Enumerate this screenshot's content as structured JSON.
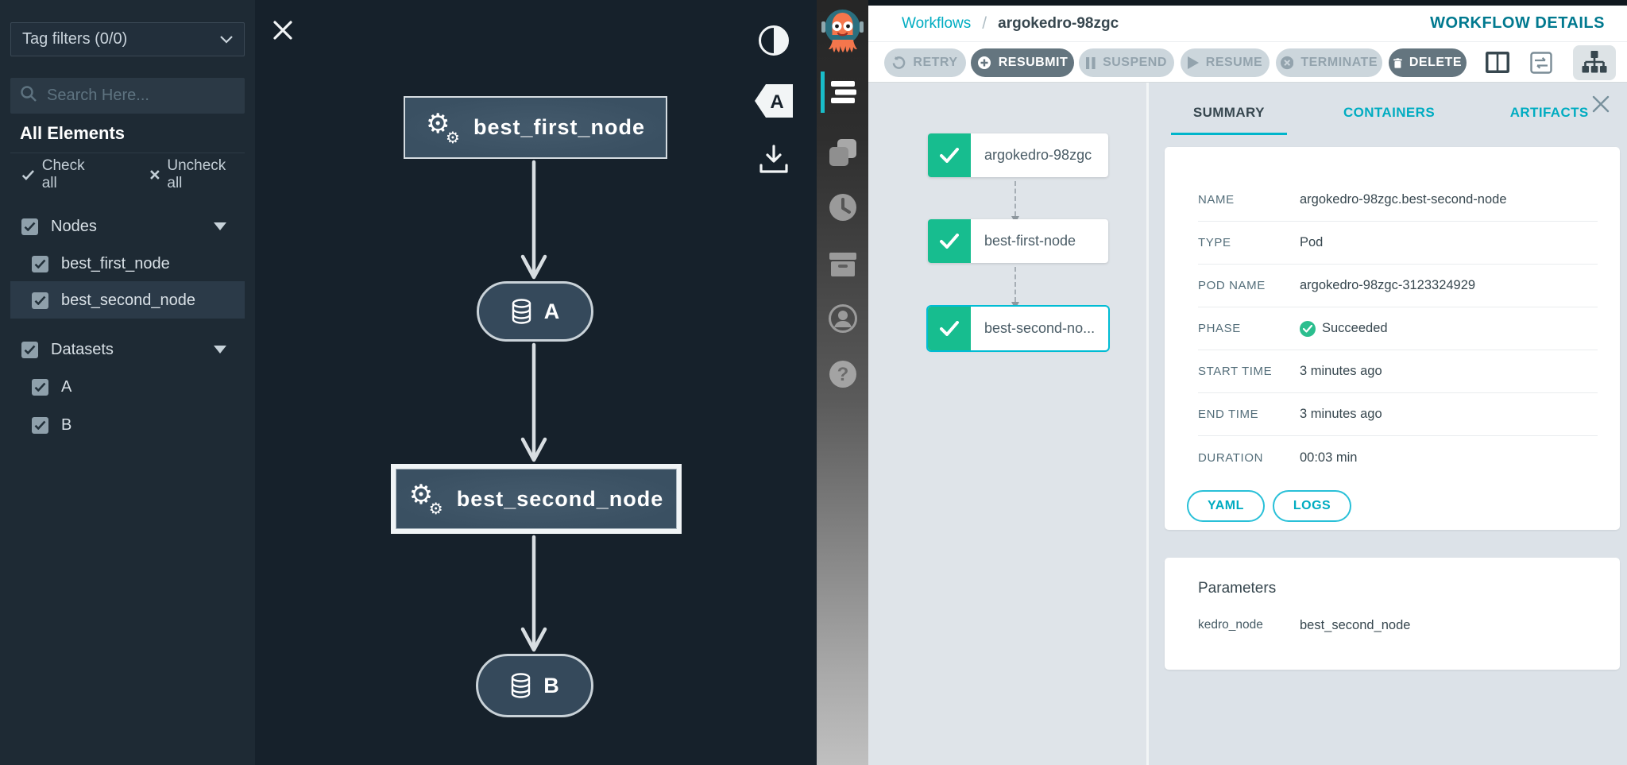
{
  "kedro_panel": {
    "tag_filter": {
      "label": "Tag filters (0/0)"
    },
    "search": {
      "placeholder": "Search Here..."
    },
    "section_title": "All Elements",
    "check_all_label": "Check all",
    "uncheck_all_label": "Uncheck all",
    "groups": [
      {
        "label": "Nodes",
        "items": [
          {
            "label": "best_first_node",
            "highlighted": false
          },
          {
            "label": "best_second_node",
            "highlighted": true
          }
        ]
      },
      {
        "label": "Datasets",
        "items": [
          {
            "label": "A",
            "highlighted": false
          },
          {
            "label": "B",
            "highlighted": false
          }
        ]
      }
    ],
    "graph": {
      "task_node_1": "best_first_node",
      "data_node_1": "A",
      "task_node_2": "best_second_node",
      "data_node_2": "B",
      "label_toggle_letter": "A"
    }
  },
  "argo_panel": {
    "breadcrumb": {
      "root": "Workflows",
      "separator": "/",
      "current": "argokedro-98zgc"
    },
    "header_title": "WORKFLOW DETAILS",
    "action_buttons": [
      {
        "label": "RETRY",
        "style": "light"
      },
      {
        "label": "RESUBMIT",
        "style": "dark"
      },
      {
        "label": "SUSPEND",
        "style": "light"
      },
      {
        "label": "RESUME",
        "style": "light"
      },
      {
        "label": "TERMINATE",
        "style": "light"
      },
      {
        "label": "DELETE",
        "style": "dark"
      }
    ],
    "dag_nodes": [
      {
        "label": "argokedro-98zgc",
        "status": "succeeded",
        "selected": false
      },
      {
        "label": "best-first-node",
        "status": "succeeded",
        "selected": false
      },
      {
        "label": "best-second-no...",
        "status": "succeeded",
        "selected": true
      }
    ],
    "tabs": [
      {
        "label": "SUMMARY",
        "active": true
      },
      {
        "label": "CONTAINERS",
        "active": false
      },
      {
        "label": "ARTIFACTS",
        "active": false
      }
    ],
    "summary": {
      "rows": [
        {
          "label": "NAME",
          "value": "argokedro-98zgc.best-second-node"
        },
        {
          "label": "TYPE",
          "value": "Pod"
        },
        {
          "label": "POD NAME",
          "value": "argokedro-98zgc-3123324929"
        },
        {
          "label": "PHASE",
          "value": "Succeeded"
        },
        {
          "label": "START TIME",
          "value": "3 minutes ago"
        },
        {
          "label": "END TIME",
          "value": "3 minutes ago"
        },
        {
          "label": "DURATION",
          "value": "00:03 min"
        }
      ],
      "footer_buttons": [
        {
          "label": "YAML"
        },
        {
          "label": "LOGS"
        }
      ]
    },
    "parameters": {
      "title": "Parameters",
      "rows": [
        {
          "key": "kedro_node",
          "value": "best_second_node"
        }
      ]
    }
  },
  "colors": {
    "accent_teal": "#00acc1",
    "title_teal": "#00798f",
    "success_green": "#1abc92",
    "kedro_canvas_bg": "#16212b",
    "kedro_sidebar_bg": "#1e2a34",
    "kedro_node_fill": "#3c5566",
    "button_dark": "#64757f",
    "button_light": "#ccd6dc",
    "dag_panel_bg": "#dfe4e9",
    "details_panel_bg": "#dce2e8"
  }
}
